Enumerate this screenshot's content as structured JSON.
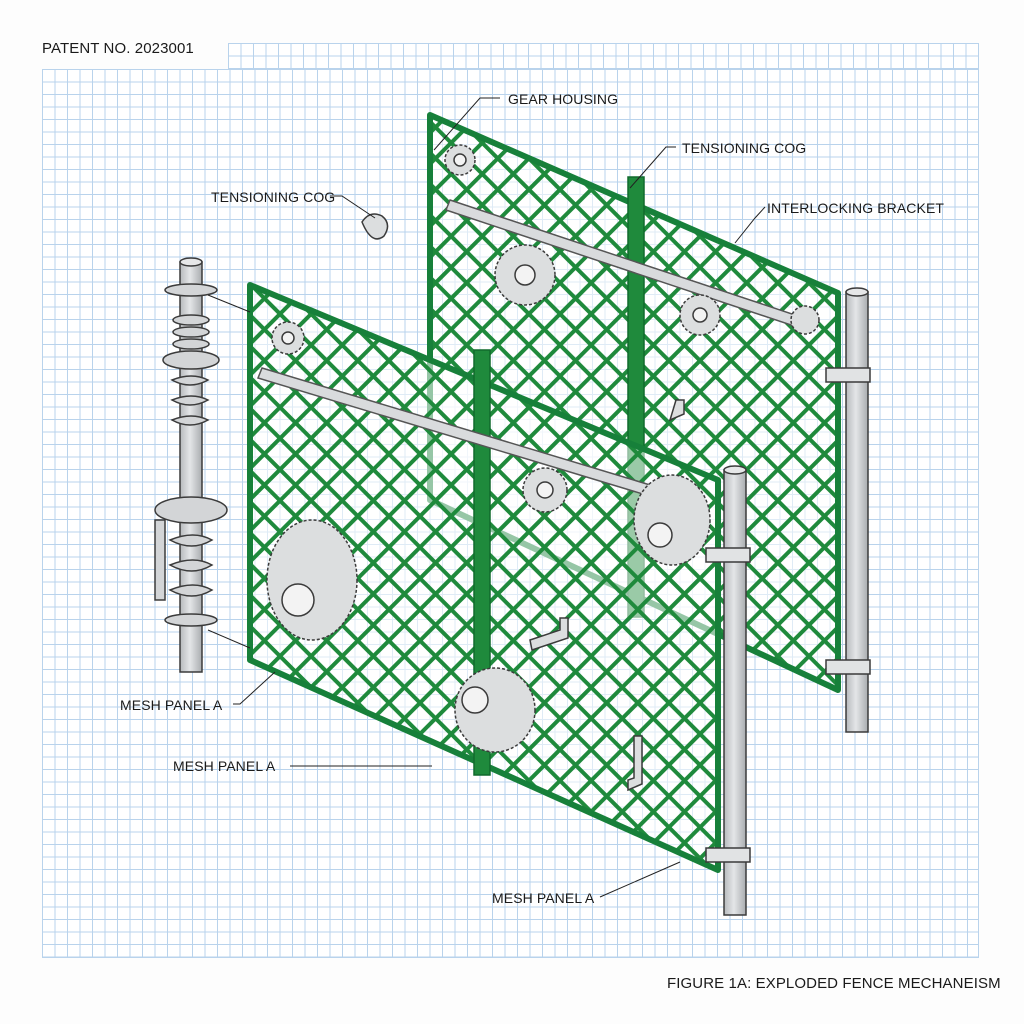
{
  "header": {
    "patent_number": "PATENT NO. 2023001"
  },
  "callouts": {
    "gear_housing": "GEAR HOUSING",
    "tensioning_cog_top": "TENSIONING COG",
    "tensioning_cog_left": "TENSIONING COG",
    "interlocking_bracket": "INTERLOCKING BRACKET",
    "mesh_panel_left": "MESH PANEL A",
    "mesh_panel_middle": "MESH PANEL A",
    "mesh_panel_bottom": "MESH PANEL A"
  },
  "caption": "FIGURE 1A: EXPLODED FENCE MECHANEISM",
  "colors": {
    "grid_line": "#b9d3ec",
    "mesh_green": "#1f8a3c",
    "frame_green": "#17803a",
    "metal_gray": "#cfd1d3",
    "ink": "#1a1a1a"
  }
}
